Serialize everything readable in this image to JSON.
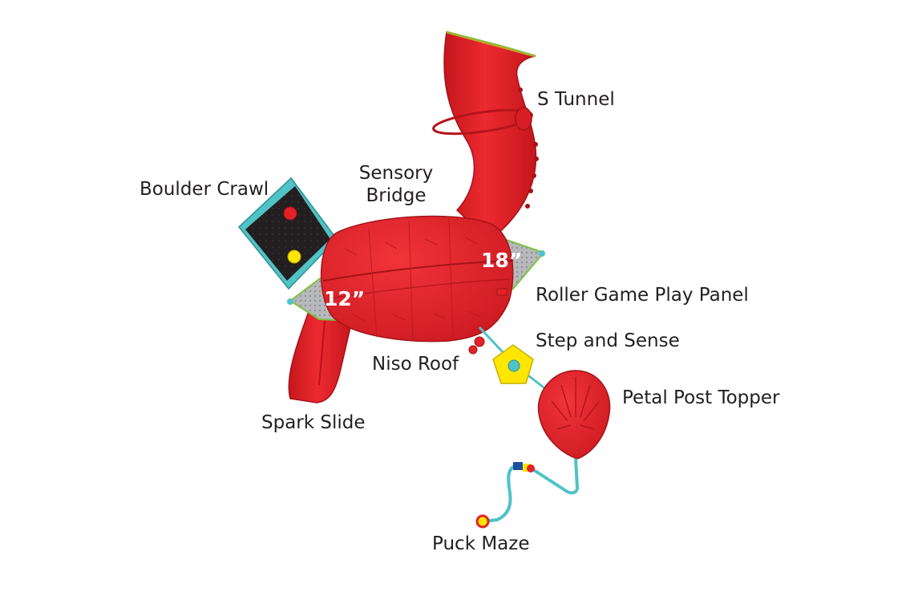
{
  "labels": {
    "s_tunnel": "S Tunnel",
    "sensory_bridge_line1": "Sensory",
    "sensory_bridge_line2": "Bridge",
    "boulder_crawl": "Boulder Crawl",
    "roller_game_play_panel": "Roller Game Play Panel",
    "step_and_sense": "Step and Sense",
    "niso_roof": "Niso Roof",
    "petal_post_topper": "Petal Post Topper",
    "spark_slide": "Spark Slide",
    "puck_maze": "Puck Maze"
  },
  "dimensions": {
    "left_deck": "12”",
    "right_deck": "18”"
  },
  "colors": {
    "plastic_red": "#e32228",
    "plastic_red_dark": "#b5161c",
    "teal": "#4fc3c7",
    "deck_gray": "#a7a9ac",
    "crawl_black": "#231f20",
    "yellow": "#ffe600",
    "green_trim": "#7dc242",
    "gold_trim": "#c9a227"
  }
}
